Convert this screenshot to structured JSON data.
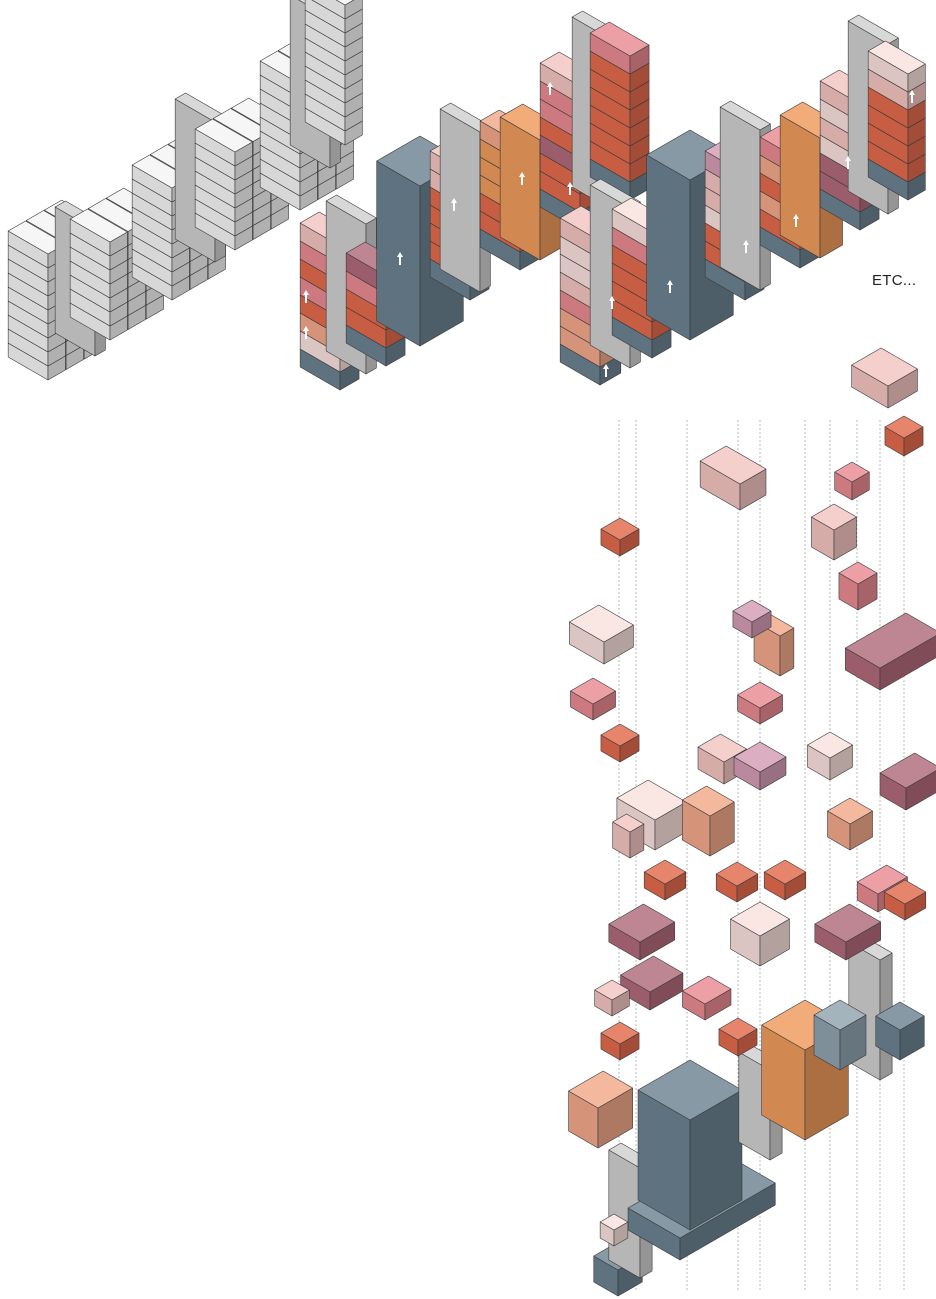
{
  "diagram": {
    "caption": "ETC...",
    "description_views": [
      "massing-white",
      "assembly-colored-a",
      "assembly-colored-b",
      "exploded-assembly"
    ],
    "palette": {
      "white": "#f4f4f4",
      "core_gray": "#cfcfcf",
      "slate": "#6b8291",
      "slate_light": "#8fa3af",
      "pink_light": "#f3c4bf",
      "pink_pale": "#f9e0dc",
      "rose": "#e98a92",
      "coral": "#e26a4c",
      "salmon": "#f2a88a",
      "orange": "#ee9a5c",
      "mauve": "#b06a7a",
      "lilac": "#d49cb4",
      "line": "#3a3a3a"
    }
  }
}
